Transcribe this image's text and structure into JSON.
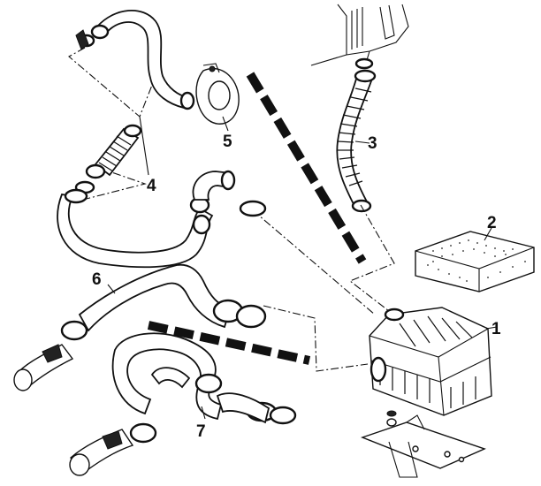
{
  "diagram": {
    "colors": {
      "line": "#111111",
      "background": "#ffffff"
    },
    "parts": [
      {
        "id": "air-filter-housing",
        "label": "1"
      },
      {
        "id": "filter-element",
        "label": "2"
      },
      {
        "id": "intake-hose-ribbed",
        "label": "3"
      },
      {
        "id": "hose-assembly",
        "label": "4"
      },
      {
        "id": "flange-plate",
        "label": "5"
      },
      {
        "id": "intake-duct-upper",
        "label": "6"
      },
      {
        "id": "intake-duct-lower",
        "label": "7"
      }
    ]
  }
}
